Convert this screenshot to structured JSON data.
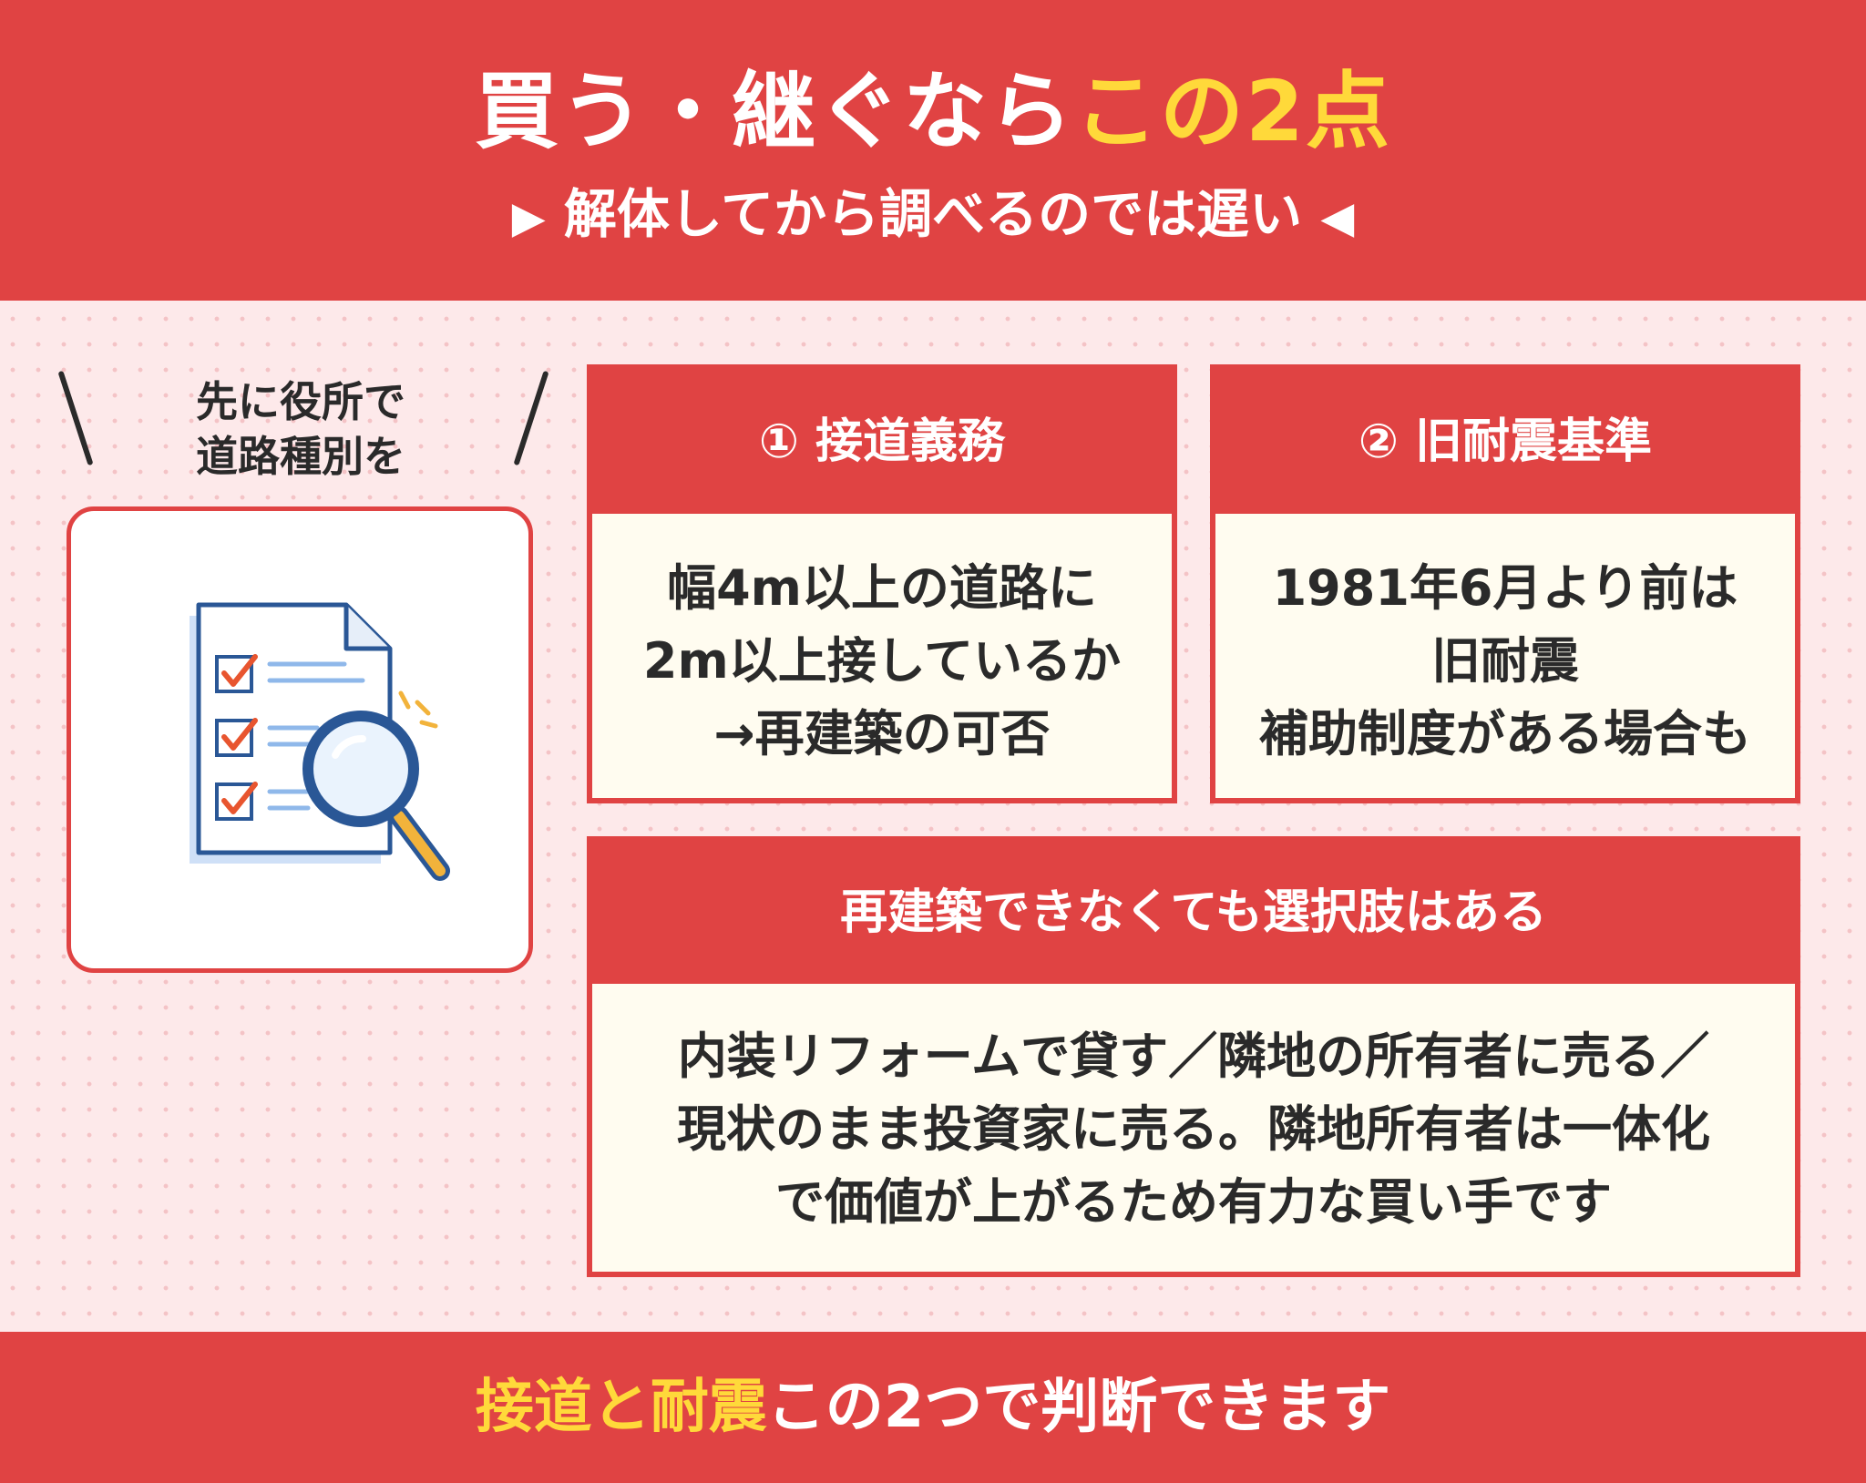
{
  "header": {
    "title_main": "買う・継ぐなら",
    "title_highlight": "この2点",
    "subtitle_left_marker": "▶",
    "subtitle": "解体してから調べるのでは遅い",
    "subtitle_right_marker": "◀"
  },
  "callout": {
    "line1": "先に役所で",
    "line2": "道路種別を"
  },
  "icon": {
    "name": "document-search-icon"
  },
  "card1": {
    "title": "① 接道義務",
    "lines": [
      "幅4m以上の道路に",
      "2m以上接しているか",
      "→再建築の可否"
    ]
  },
  "card2": {
    "title": "② 旧耐震基準",
    "lines": [
      "1981年6月より前は",
      "旧耐震",
      "補助制度がある場合も"
    ]
  },
  "card3": {
    "title": "再建築できなくても選択肢はある",
    "lines": [
      "内装リフォームで貸す／隣地の所有者に売る／",
      "現状のまま投資家に売る。隣地所有者は一体化",
      "で価値が上がるため有力な買い手です"
    ]
  },
  "footer": {
    "highlight1": "接道",
    "connector": "と",
    "highlight2": "耐震",
    "rest": "この2つで判断できます"
  },
  "colors": {
    "accent_red": "#e04343",
    "highlight_yellow": "#ffd93a",
    "card_bg": "#fffcf0",
    "page_bg": "#fde9ea"
  }
}
